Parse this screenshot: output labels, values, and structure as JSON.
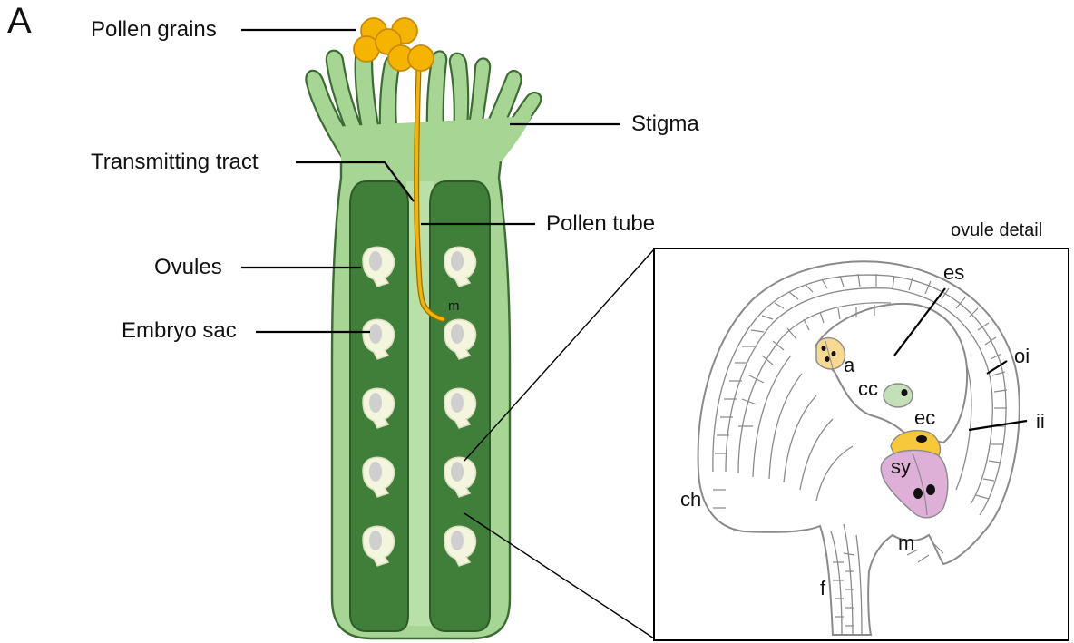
{
  "panel_label": "A",
  "labels": {
    "pollen_grains": "Pollen grains",
    "stigma": "Stigma",
    "transmitting_tract": "Transmitting tract",
    "pollen_tube": "Pollen tube",
    "ovules": "Ovules",
    "embryo_sac": "Embryo sac",
    "micropyle_pistil": "m"
  },
  "ovule_detail": {
    "title": "ovule detail",
    "es": "es",
    "a": "a",
    "oi": "oi",
    "cc": "cc",
    "ec": "ec",
    "ii": "ii",
    "sy": "sy",
    "ch": "ch",
    "m": "m",
    "f": "f"
  },
  "colors": {
    "pistil_light_green": "#a6d594",
    "ovary_dark_green": "#3f7f3a",
    "ovule_cream": "#f3f5dc",
    "embryo_sac_grey": "#cfcfcf",
    "pollen_orange": "#f5b400",
    "pollen_tube_orange": "#e7a400",
    "antipodal_tan": "#f8d991",
    "central_cell_green": "#c4e0b8",
    "egg_cell_yellow": "#f7c83a",
    "synergid_pink": "#deb0d8",
    "cell_outline_grey": "#8a8a8a"
  }
}
